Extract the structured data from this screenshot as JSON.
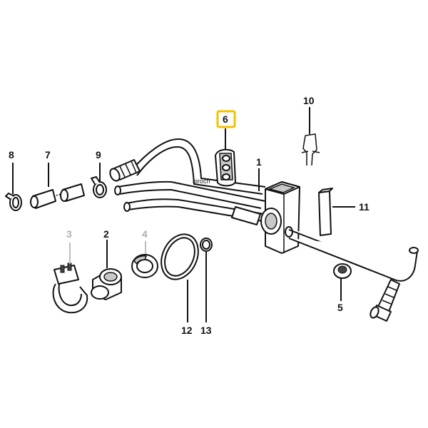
{
  "diagram": {
    "watermark": "hiroch",
    "highlight_color": "#f2c200",
    "callouts": [
      {
        "id": "c1",
        "label": "1",
        "muted": false
      },
      {
        "id": "c2",
        "label": "2",
        "muted": false
      },
      {
        "id": "c3",
        "label": "3",
        "muted": true
      },
      {
        "id": "c4",
        "label": "4",
        "muted": true
      },
      {
        "id": "c5",
        "label": "5",
        "muted": false
      },
      {
        "id": "c6",
        "label": "6",
        "muted": false,
        "highlighted": true
      },
      {
        "id": "c7",
        "label": "7",
        "muted": false
      },
      {
        "id": "c8",
        "label": "8",
        "muted": false
      },
      {
        "id": "c9",
        "label": "9",
        "muted": false
      },
      {
        "id": "c10",
        "label": "10",
        "muted": false
      },
      {
        "id": "c11",
        "label": "11",
        "muted": false
      },
      {
        "id": "c12",
        "label": "12",
        "muted": false
      },
      {
        "id": "c13",
        "label": "13",
        "muted": false
      }
    ]
  }
}
